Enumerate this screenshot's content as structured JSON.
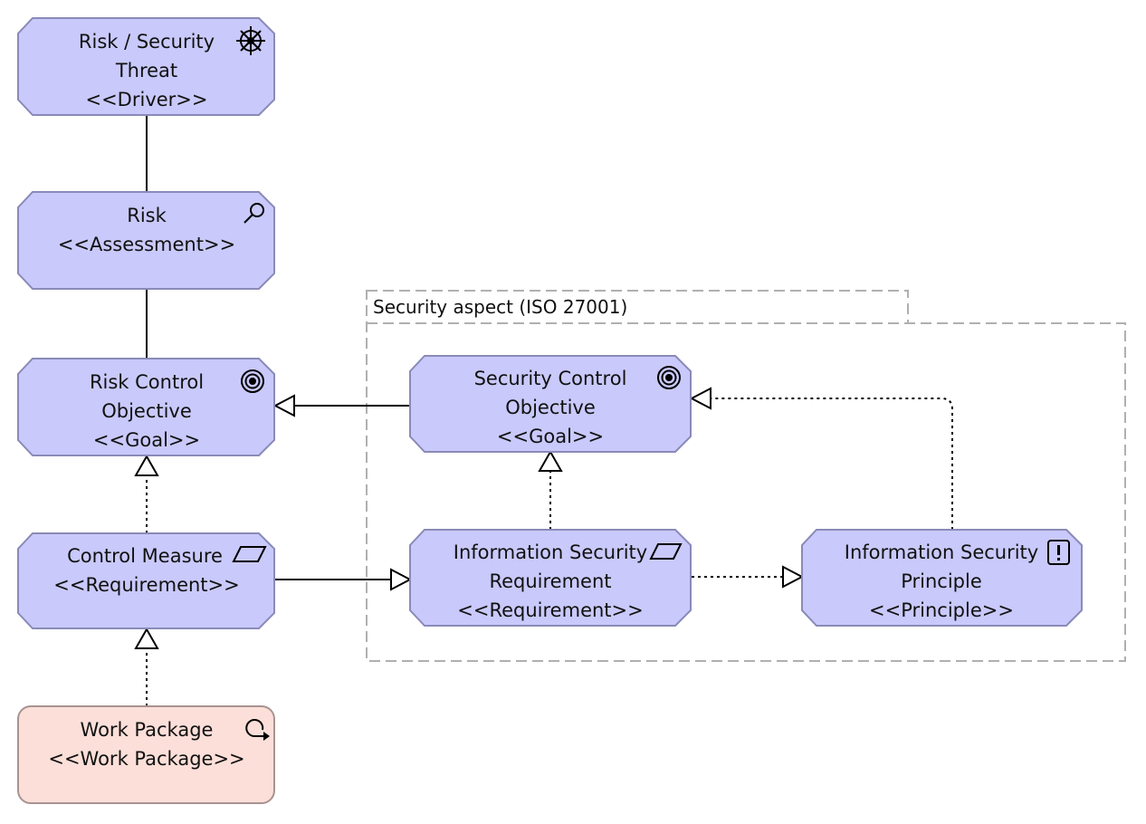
{
  "colors": {
    "motivation_fill": "#c9c9fb",
    "motivation_stroke": "#8a8ab8",
    "work_package_fill": "#fcdfd9",
    "work_package_stroke": "#a89390",
    "line": "#000000",
    "group_border": "#b0b0b0"
  },
  "group": {
    "label": "Security aspect (ISO 27001)"
  },
  "nodes": {
    "risk_security_threat": {
      "line1": "Risk / Security",
      "line2": "Threat",
      "stereotype": "<<Driver>>",
      "icon": "driver-wheel-icon"
    },
    "risk": {
      "line1": "Risk",
      "stereotype": "<<Assessment>>",
      "icon": "magnifier-icon"
    },
    "risk_control_objective": {
      "line1": "Risk Control",
      "line2": "Objective",
      "stereotype": "<<Goal>>",
      "icon": "target-icon"
    },
    "control_measure": {
      "line1": "Control Measure",
      "stereotype": "<<Requirement>>",
      "icon": "parallelogram-icon"
    },
    "work_package": {
      "line1": "Work Package",
      "stereotype": "<<Work Package>>",
      "icon": "loop-arrow-icon"
    },
    "security_control_objective": {
      "line1": "Security Control",
      "line2": "Objective",
      "stereotype": "<<Goal>>",
      "icon": "target-icon"
    },
    "information_security_requirement": {
      "line1": "Information Security",
      "line2": "Requirement",
      "stereotype": "<<Requirement>>",
      "icon": "parallelogram-icon"
    },
    "information_security_principle": {
      "line1": "Information Security",
      "line2": "Principle",
      "stereotype": "<<Principle>>",
      "icon": "exclamation-box-icon"
    }
  },
  "relationships": [
    {
      "from": "risk_security_threat",
      "to": "risk",
      "type": "association"
    },
    {
      "from": "risk",
      "to": "risk_control_objective",
      "type": "association"
    },
    {
      "from": "security_control_objective",
      "to": "risk_control_objective",
      "type": "specialization"
    },
    {
      "from": "control_measure",
      "to": "risk_control_objective",
      "type": "realization"
    },
    {
      "from": "work_package",
      "to": "control_measure",
      "type": "realization"
    },
    {
      "from": "control_measure",
      "to": "information_security_requirement",
      "type": "specialization"
    },
    {
      "from": "information_security_requirement",
      "to": "security_control_objective",
      "type": "realization"
    },
    {
      "from": "information_security_requirement",
      "to": "information_security_principle",
      "type": "realization"
    },
    {
      "from": "information_security_principle",
      "to": "security_control_objective",
      "type": "realization"
    }
  ]
}
